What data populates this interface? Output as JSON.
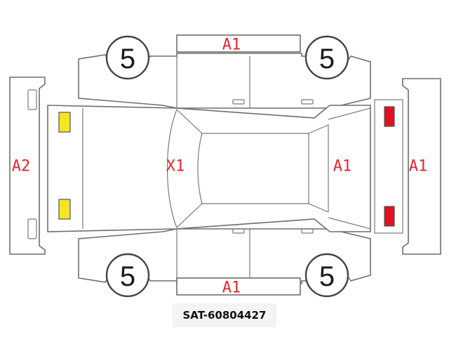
{
  "wheels": {
    "front_left": "5",
    "front_right": "5",
    "rear_left": "5",
    "rear_right": "5"
  },
  "grades": {
    "left_side": "A1",
    "right_side": "A1",
    "front": "A2",
    "roof": "X1",
    "rear_window": "A1",
    "rear": "A1"
  },
  "marker_colors": {
    "headlights": "#f3e622",
    "taillights": "#e01020"
  },
  "reference_id": "SAT-60804427"
}
